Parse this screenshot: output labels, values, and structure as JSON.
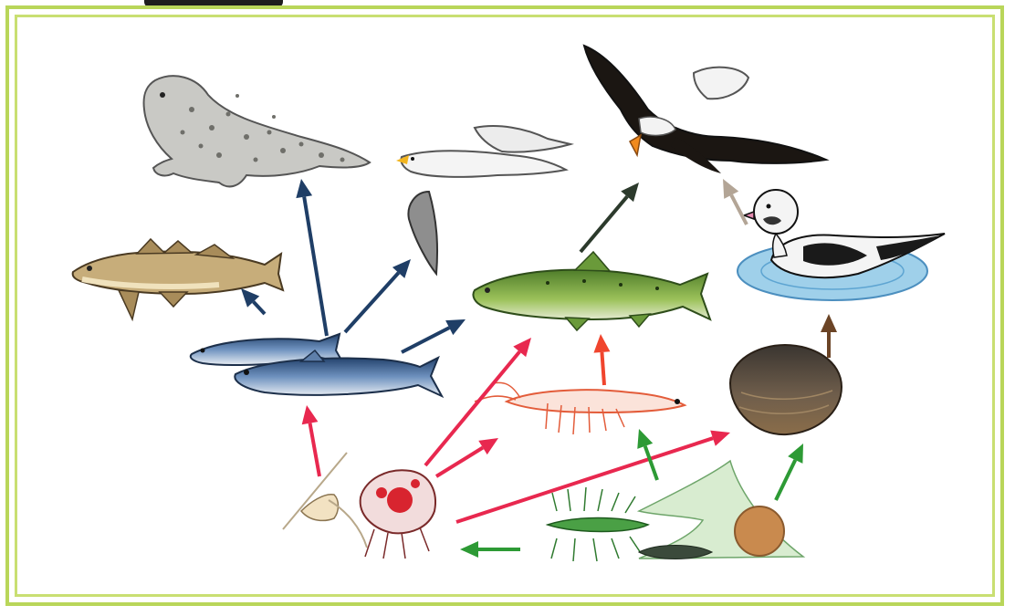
{
  "diagram": {
    "kind": "marine food web",
    "organisms": [
      {
        "id": "seal",
        "icon": "seal-icon"
      },
      {
        "id": "cod",
        "icon": "cod-fish-icon"
      },
      {
        "id": "gull",
        "icon": "seagull-icon"
      },
      {
        "id": "eagle",
        "icon": "sea-eagle-icon"
      },
      {
        "id": "salmon",
        "icon": "salmon-icon"
      },
      {
        "id": "duck",
        "icon": "long-tailed-duck-icon"
      },
      {
        "id": "forage-fish",
        "icon": "forage-fish-icon"
      },
      {
        "id": "clam",
        "icon": "clam-icon"
      },
      {
        "id": "krill",
        "icon": "krill-icon"
      },
      {
        "id": "copepod",
        "icon": "copepod-icon"
      },
      {
        "id": "amphipod",
        "icon": "amphipod-icon"
      },
      {
        "id": "phytoplankton",
        "icon": "phytoplankton-icon"
      }
    ],
    "arrow_colors": {
      "fish_predation": "#1f3e66",
      "zooplankton_feeding": "#e8284f",
      "krill_to_salmon": "#f0452e",
      "phytoplankton_grazing": "#2d9a35",
      "salmon_to_eagle": "#2c3a2c",
      "duck_to_eagle": "#b3a596",
      "clam_to_duck": "#6b4426"
    },
    "links": [
      {
        "from": "forage-fish",
        "to": "cod",
        "color": "fish_predation"
      },
      {
        "from": "forage-fish",
        "to": "seal",
        "color": "fish_predation"
      },
      {
        "from": "forage-fish",
        "to": "gull",
        "color": "fish_predation"
      },
      {
        "from": "forage-fish",
        "to": "salmon",
        "color": "fish_predation"
      },
      {
        "from": "salmon",
        "to": "eagle",
        "color": "salmon_to_eagle"
      },
      {
        "from": "duck",
        "to": "eagle",
        "color": "duck_to_eagle"
      },
      {
        "from": "clam",
        "to": "duck",
        "color": "clam_to_duck"
      },
      {
        "from": "krill",
        "to": "salmon",
        "color": "krill_to_salmon"
      },
      {
        "from": "copepod",
        "to": "forage-fish",
        "color": "zooplankton_feeding"
      },
      {
        "from": "amphipod",
        "to": "salmon",
        "color": "zooplankton_feeding"
      },
      {
        "from": "amphipod",
        "to": "krill",
        "color": "zooplankton_feeding"
      },
      {
        "from": "amphipod",
        "to": "clam",
        "color": "zooplankton_feeding"
      },
      {
        "from": "phytoplankton",
        "to": "krill",
        "color": "phytoplankton_grazing"
      },
      {
        "from": "phytoplankton",
        "to": "clam",
        "color": "phytoplankton_grazing"
      },
      {
        "from": "phytoplankton",
        "to": "amphipod",
        "color": "phytoplankton_grazing"
      }
    ]
  }
}
